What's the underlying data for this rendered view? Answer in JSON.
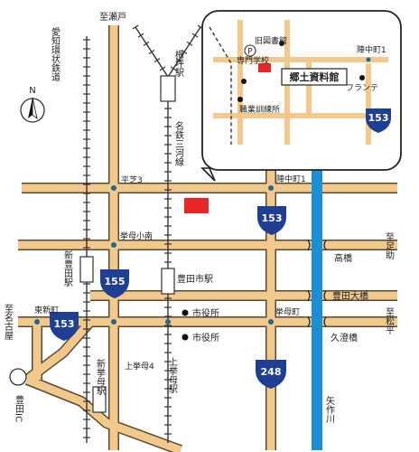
{
  "map": {
    "destinations": {
      "seto": "至瀬戸",
      "asuke": "至足助",
      "matsudaira": "至松平",
      "nagoya": "至名古屋"
    },
    "rail": {
      "aichi_loop": "愛知環状鉄道",
      "meitetsu_mikawa": "名鉄三河線"
    },
    "stations": {
      "umetsubo": "梅坪駅",
      "shin_toyota": "新豊田駅",
      "toyotashi": "豊田市駅",
      "shin_koromo": "新挙母駅",
      "kami_koromo": "上挙母駅"
    },
    "intersections": {
      "hirashiba3": "平芝3",
      "jinnaka1": "陣中町1",
      "koromo_sho_minami": "挙母小南",
      "higashi_shinmachi": "東新町",
      "koromo_cho": "挙母町",
      "kami_koromo4": "上挙母4"
    },
    "landmarks": {
      "city_hall_1": "市役所",
      "city_hall_2": "市役所",
      "toyota_ic": "豊田IC"
    },
    "bridges": {
      "takahashi": "高橋",
      "toyota_ohashi": "豊田大橋",
      "kuzumi": "久澄橋"
    },
    "river": "矢作川",
    "routes": {
      "r153_main": "153",
      "r153_west": "153",
      "r155": "155",
      "r248": "248",
      "r153_inset": "153"
    },
    "inset": {
      "library": "旧図書館",
      "school": "専門学校",
      "jinnaka1": "陣中町1",
      "museum": "郷土資料館",
      "frante": "フランテ",
      "training": "職業訓練所",
      "parking": "P"
    },
    "north": "N",
    "colors": {
      "road": "#f2c98c",
      "road_edge": "#5a4a32",
      "river": "#1a8fd6",
      "shield": "#1f3f93",
      "target": "#e8262a"
    }
  }
}
